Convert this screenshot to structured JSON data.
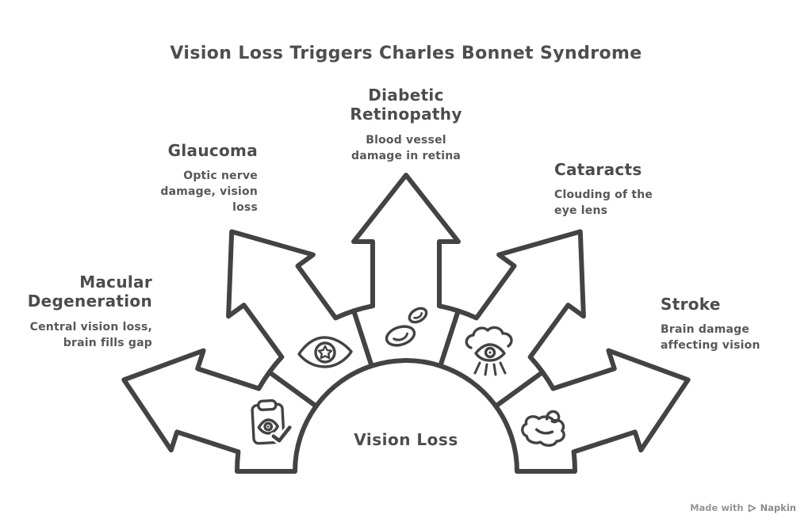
{
  "title": "Vision Loss Triggers Charles Bonnet Syndrome",
  "center": {
    "label": "Vision Loss"
  },
  "segments": [
    {
      "id": "macular-degeneration",
      "label": "Macular\nDegeneration",
      "description": "Central vision loss,\nbrain fills gap",
      "icon": "clipboard-eye-icon"
    },
    {
      "id": "glaucoma",
      "label": "Glaucoma",
      "description": "Optic nerve\ndamage, vision\nloss",
      "icon": "eye-icon"
    },
    {
      "id": "diabetic-retinopathy",
      "label": "Diabetic\nRetinopathy",
      "description": "Blood vessel\ndamage in retina",
      "icon": "blood-cells-icon"
    },
    {
      "id": "cataracts",
      "label": "Cataracts",
      "description": "Clouding of the\neye lens",
      "icon": "clouded-eye-icon"
    },
    {
      "id": "stroke",
      "label": "Stroke",
      "description": "Brain damage\naffecting vision",
      "icon": "brain-icon"
    }
  ],
  "footer": {
    "made_with": "Made with",
    "brand": "Napkin"
  },
  "colors": {
    "stroke": "#434343",
    "heading": "#4c4c4c",
    "body_text": "#585858",
    "title": "#4e4e4e",
    "footer_text": "#979797",
    "background": "#ffffff"
  }
}
